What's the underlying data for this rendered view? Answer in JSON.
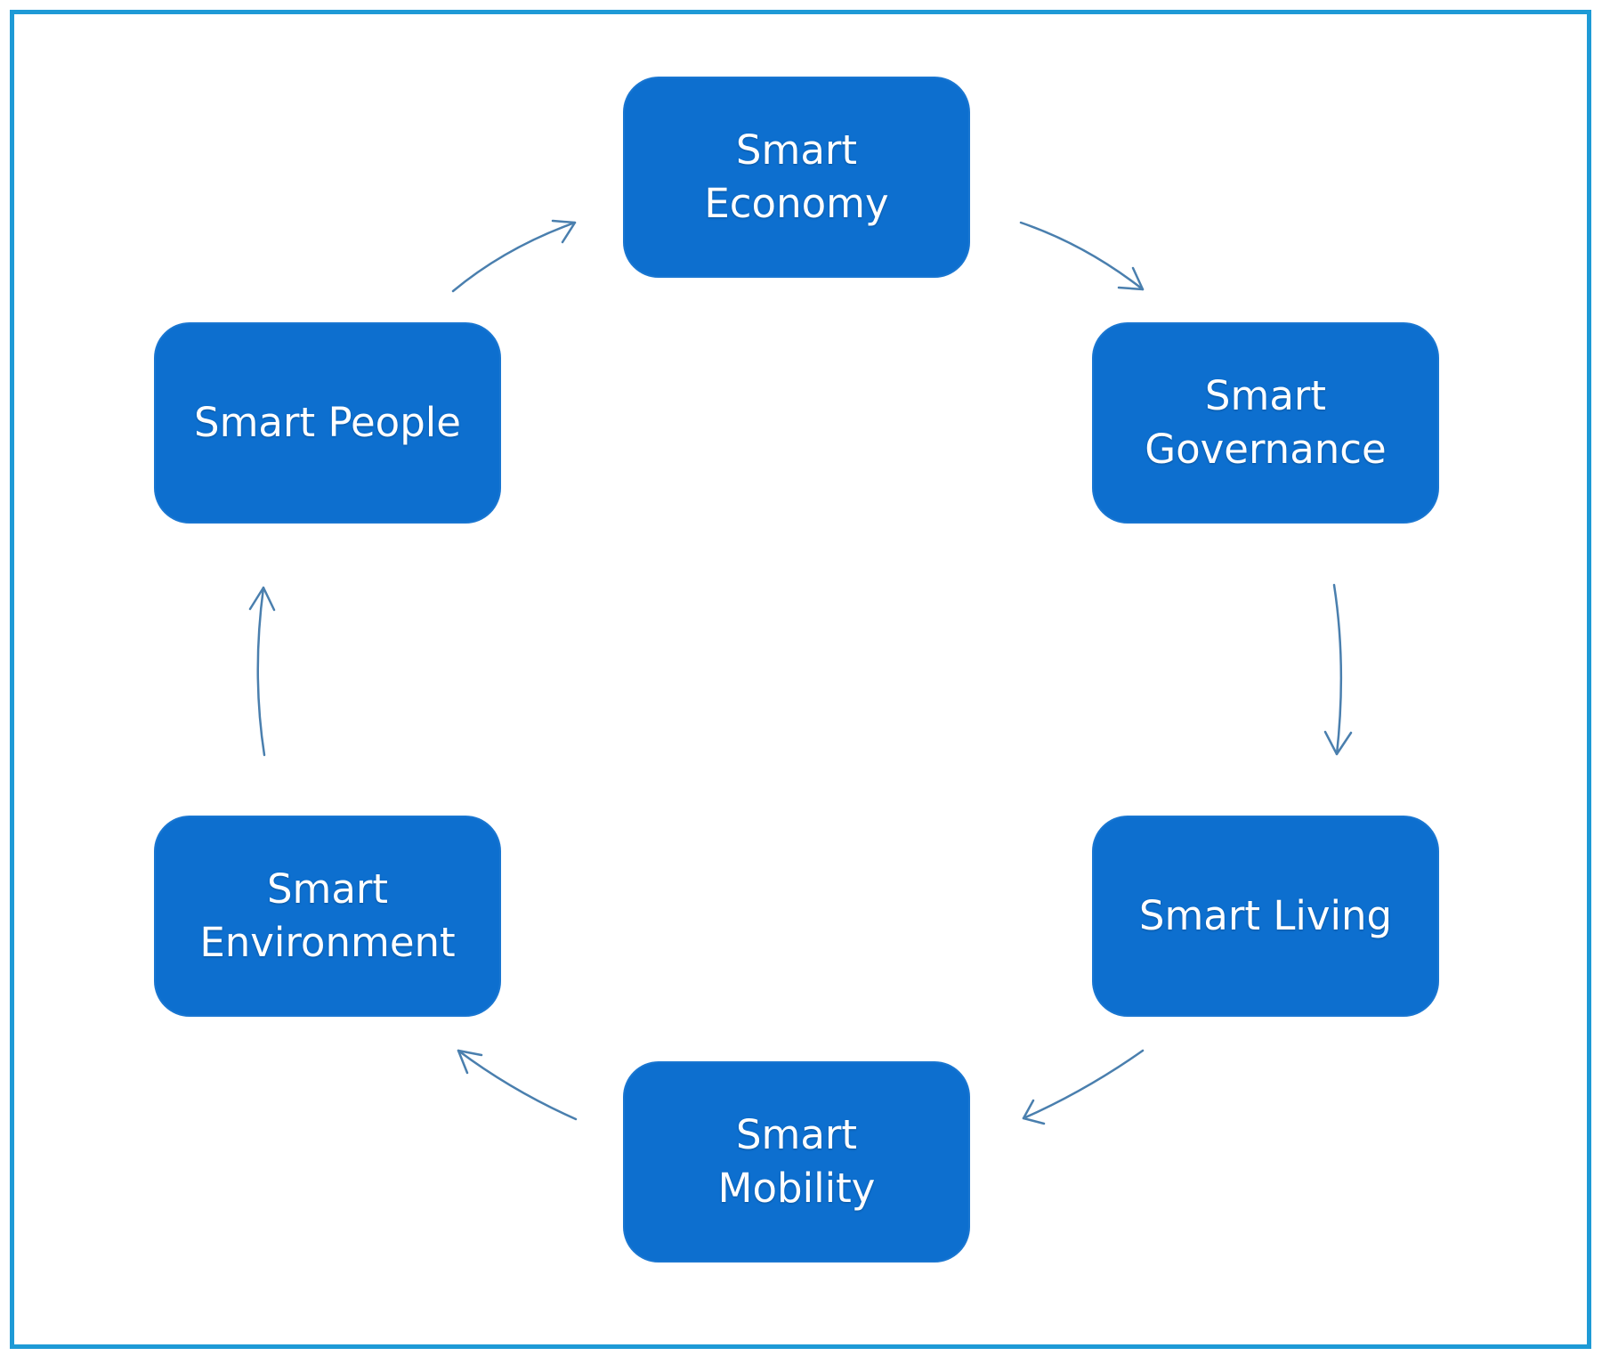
{
  "diagram": {
    "nodes": [
      {
        "id": "economy",
        "lines": [
          "Smart",
          "Economy"
        ]
      },
      {
        "id": "governance",
        "lines": [
          "Smart",
          "Governance"
        ]
      },
      {
        "id": "living",
        "lines": [
          "Smart Living"
        ]
      },
      {
        "id": "mobility",
        "lines": [
          "Smart",
          "Mobility"
        ]
      },
      {
        "id": "environment",
        "lines": [
          "Smart",
          "Environment"
        ]
      },
      {
        "id": "people",
        "lines": [
          "Smart People"
        ]
      }
    ],
    "edges": [
      {
        "from": "economy",
        "to": "governance"
      },
      {
        "from": "governance",
        "to": "living"
      },
      {
        "from": "living",
        "to": "mobility"
      },
      {
        "from": "mobility",
        "to": "environment"
      },
      {
        "from": "environment",
        "to": "people"
      },
      {
        "from": "people",
        "to": "economy"
      }
    ],
    "colors": {
      "node_fill": "#0d6fcf",
      "node_text": "#ffffff",
      "arrow": "#4a7fae",
      "frame_border": "#1e9ad6"
    }
  }
}
